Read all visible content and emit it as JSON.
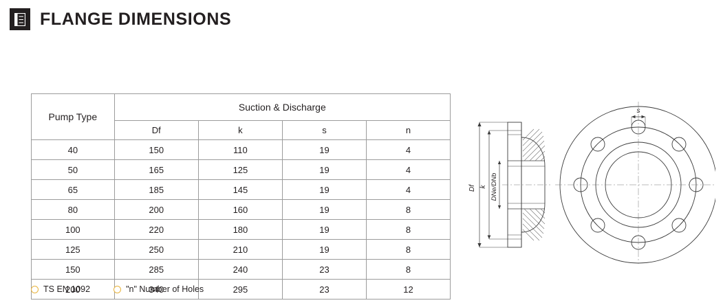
{
  "header": {
    "title": "FLANGE DIMENSIONS",
    "icon": "document-list-icon"
  },
  "table": {
    "pump_type_header": "Pump Type",
    "group_header": "Suction & Discharge",
    "sub_headers": [
      "Df",
      "k",
      "s",
      "n"
    ],
    "rows": [
      {
        "pump_type": "40",
        "Df": "150",
        "k": "110",
        "s": "19",
        "n": "4"
      },
      {
        "pump_type": "50",
        "Df": "165",
        "k": "125",
        "s": "19",
        "n": "4"
      },
      {
        "pump_type": "65",
        "Df": "185",
        "k": "145",
        "s": "19",
        "n": "4"
      },
      {
        "pump_type": "80",
        "Df": "200",
        "k": "160",
        "s": "19",
        "n": "8"
      },
      {
        "pump_type": "100",
        "Df": "220",
        "k": "180",
        "s": "19",
        "n": "8"
      },
      {
        "pump_type": "125",
        "Df": "250",
        "k": "210",
        "s": "19",
        "n": "8"
      },
      {
        "pump_type": "150",
        "Df": "285",
        "k": "240",
        "s": "23",
        "n": "8"
      },
      {
        "pump_type": "200",
        "Df": "340",
        "k": "295",
        "s": "23",
        "n": "12"
      }
    ]
  },
  "legend": {
    "items": [
      {
        "label": "TS EN 1092"
      },
      {
        "label": "\"n\" Number of Holes"
      }
    ],
    "marker_color": "#e8b33c"
  },
  "drawing": {
    "section_labels": {
      "Df": "Df",
      "k": "k",
      "DNe_DNb": "DNe/DNb"
    },
    "front_labels": {
      "s": "s"
    }
  }
}
